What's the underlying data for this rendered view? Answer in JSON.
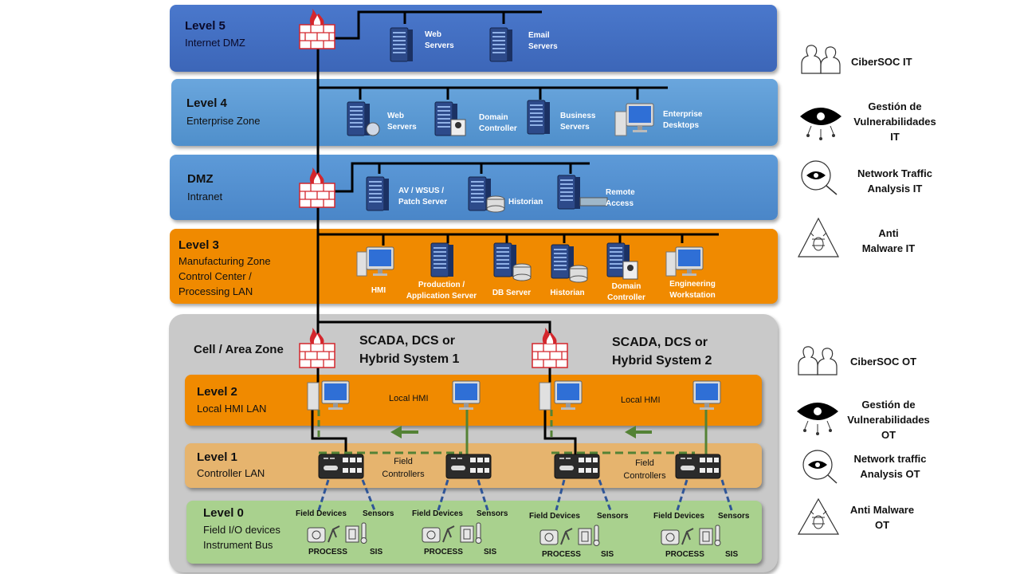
{
  "levels": {
    "l5": {
      "title": "Level 5",
      "sub": "Internet DMZ",
      "web": "Web\nServers",
      "email": "Email\nServers"
    },
    "l4": {
      "title": "Level 4",
      "sub": "Enterprise Zone",
      "web": "Web\nServers",
      "domain": "Domain\nController",
      "business": "Business\nServers",
      "desktops": "Enterprise\nDesktops"
    },
    "dmz": {
      "title": "DMZ",
      "sub": "Intranet",
      "av": "AV / WSUS /\nPatch Server",
      "historian": "Historian",
      "remote": "Remote\nAccess"
    },
    "l3": {
      "title": "Level 3",
      "sub": "Manufacturing Zone\nControl Center /\nProcessing LAN",
      "hmi": "HMI",
      "production": "Production /\nApplication Server",
      "db": "DB Server",
      "historian": "Historian",
      "domain": "Domain\nController",
      "eng": "Engineering\nWorkstation"
    },
    "cell": {
      "title": "Cell / Area Zone",
      "sys1": "SCADA, DCS or\nHybrid System 1",
      "sys2": "SCADA, DCS or\nHybrid System 2"
    },
    "l2": {
      "title": "Level 2",
      "sub": "Local HMI LAN",
      "hmi1": "Local HMI",
      "hmi2": "Local HMI"
    },
    "l1": {
      "title": "Level 1",
      "sub": "Controller LAN",
      "fc1": "Field\nControllers",
      "fc2": "Field\nControllers"
    },
    "l0": {
      "title": "Level 0",
      "sub": "Field I/O devices\nInstrument Bus",
      "field_devices": "Field Devices",
      "sensors": "Sensors",
      "process": "PROCESS",
      "sis": "SIS"
    }
  },
  "side_it": {
    "soc": "CiberSOC IT",
    "vuln": "Gestión de\nVulnerabilidades\nIT",
    "ntа": "",
    "nta": "Network Traffic\nAnalysis IT",
    "av": "Anti\nMalware IT"
  },
  "side_ot": {
    "soc": "CiberSOC OT",
    "vuln": "Gestión de\nVulnerabilidades\nOT",
    "nta": "Network traffic\nAnalysis OT",
    "av": "Anti Malware\nOT"
  },
  "colors": {
    "blue_dark": "#4472c4",
    "blue_light": "#5b9bd5",
    "orange": "#f08a00",
    "tan": "#e6b46e",
    "green": "#a9d18e",
    "grey": "#c8c8c8",
    "firewall": "#d4262c",
    "link_green": "#548235",
    "link_blue": "#2f5597"
  }
}
